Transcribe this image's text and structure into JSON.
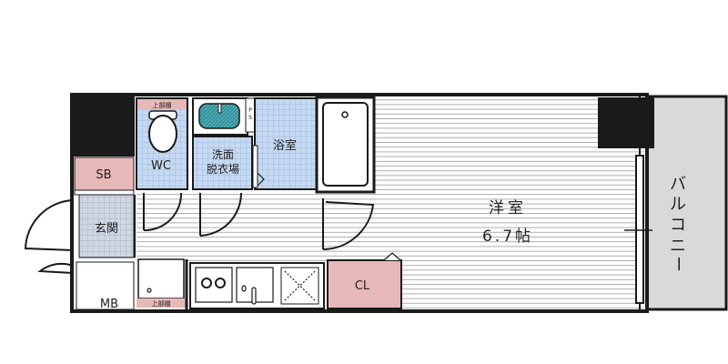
{
  "floorplan": {
    "rooms": {
      "wc": "WC",
      "washroom_line1": "洗面",
      "washroom_line2": "脱衣場",
      "bathroom": "浴室",
      "shoe_box": "SB",
      "entrance": "玄関",
      "meter_box": "MB",
      "closet": "CL",
      "western_room": "洋室",
      "room_size": "6.7帖",
      "balcony": [
        "バ",
        "ル",
        "コ",
        "ニ",
        "ー"
      ],
      "pipe_space": [
        "P",
        "S"
      ]
    },
    "shelf_label": "上部棚",
    "colors": {
      "wall": "#1a1a1a",
      "storage": "#e6b8b7",
      "wet_area_tile": "#c6d9f1",
      "entrance_tile": "#cfd6e2",
      "balcony": "#d9d9d9",
      "floor_stripe": "#9a9a9a"
    }
  }
}
